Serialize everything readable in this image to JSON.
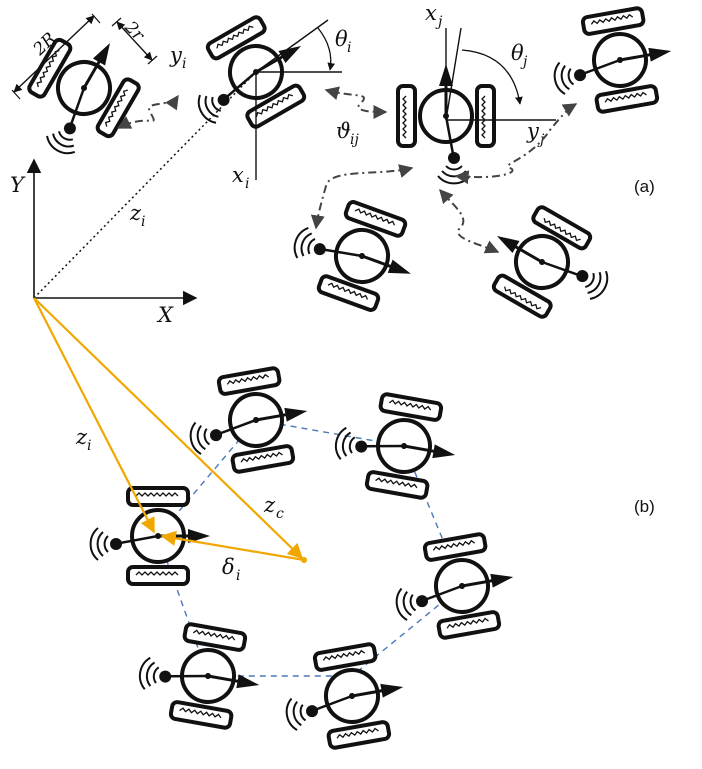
{
  "panel_labels": {
    "a": "(a)",
    "b": "(b)"
  },
  "dimensions": {
    "wheel_span": "2R",
    "wheel_radius": "2r"
  },
  "frame_i": {
    "x_axis": "x",
    "x_sub": "i",
    "y_axis": "y",
    "y_sub": "i",
    "heading": "θ",
    "heading_sub": "i"
  },
  "frame_j": {
    "x_axis": "x",
    "x_sub": "j",
    "y_axis": "y",
    "y_sub": "j",
    "heading": "θ",
    "heading_sub": "j"
  },
  "relative_angle": {
    "symbol": "ϑ",
    "sub": "ij"
  },
  "world_frame": {
    "x_axis": "X",
    "y_axis": "Y"
  },
  "position_vector": {
    "symbol": "z",
    "sub": "i"
  },
  "formation": {
    "position": {
      "symbol": "z",
      "sub": "i"
    },
    "center": {
      "symbol": "z",
      "sub": "c"
    },
    "offset": {
      "symbol": "δ",
      "sub": "i"
    }
  },
  "colors": {
    "ink": "#111111",
    "vector": "#f0a800",
    "formation_edge": "#4a78b8",
    "link": "#555555"
  }
}
